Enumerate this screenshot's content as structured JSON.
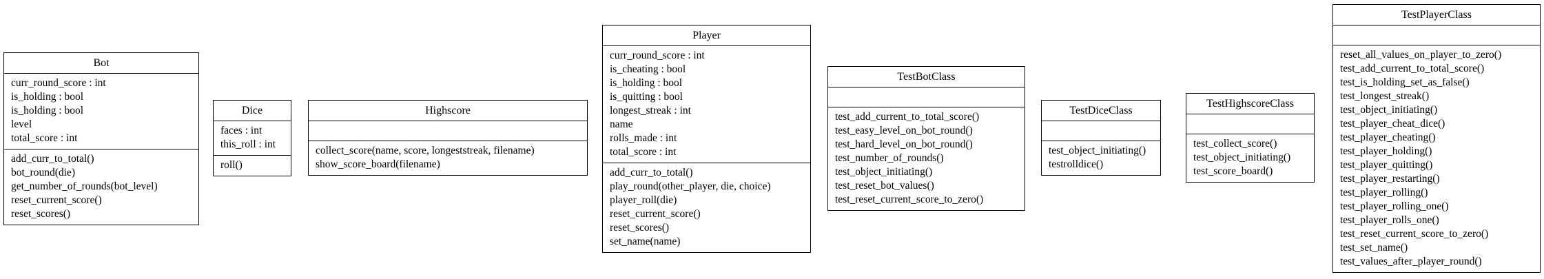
{
  "classes": [
    {
      "id": "bot",
      "name": "Bot",
      "attributes": [
        "curr_round_score : int",
        "is_holding : bool",
        "is_holding : bool",
        "level",
        "total_score : int"
      ],
      "methods": [
        "add_curr_to_total()",
        "bot_round(die)",
        "get_number_of_rounds(bot_level)",
        "reset_current_score()",
        "reset_scores()"
      ]
    },
    {
      "id": "dice",
      "name": "Dice",
      "attributes": [
        "faces : int",
        "this_roll : int"
      ],
      "methods": [
        "roll()"
      ]
    },
    {
      "id": "highscore",
      "name": "Highscore",
      "attributes": [],
      "methods": [
        "collect_score(name, score, longeststreak, filename)",
        "show_score_board(filename)"
      ]
    },
    {
      "id": "player",
      "name": "Player",
      "attributes": [
        "curr_round_score : int",
        "is_cheating : bool",
        "is_holding : bool",
        "is_quitting : bool",
        "longest_streak : int",
        "name",
        "rolls_made : int",
        "total_score : int"
      ],
      "methods": [
        "add_curr_to_total()",
        "play_round(other_player, die, choice)",
        "player_roll(die)",
        "reset_current_score()",
        "reset_scores()",
        "set_name(name)"
      ]
    },
    {
      "id": "testbotclass",
      "name": "TestBotClass",
      "attributes": [],
      "methods": [
        "test_add_current_to_total_score()",
        "test_easy_level_on_bot_round()",
        "test_hard_level_on_bot_round()",
        "test_number_of_rounds()",
        "test_object_initiating()",
        "test_reset_bot_values()",
        "test_reset_current_score_to_zero()"
      ]
    },
    {
      "id": "testdiceclass",
      "name": "TestDiceClass",
      "attributes": [],
      "methods": [
        "test_object_initiating()",
        "testrolldice()"
      ]
    },
    {
      "id": "testhighscoreclass",
      "name": "TestHighscoreClass",
      "attributes": [],
      "methods": [
        "test_collect_score()",
        "test_object_initiating()",
        "test_score_board()"
      ]
    },
    {
      "id": "testplayerclass",
      "name": "TestPlayerClass",
      "attributes": [],
      "methods": [
        "reset_all_values_on_player_to_zero()",
        "test_add_current_to_total_score()",
        "test_is_holding_set_as_false()",
        "test_longest_streak()",
        "test_object_initiating()",
        "test_player_cheat_dice()",
        "test_player_cheating()",
        "test_player_holding()",
        "test_player_quitting()",
        "test_player_restarting()",
        "test_player_rolling()",
        "test_player_rolling_one()",
        "test_player_rolls_one()",
        "test_reset_current_score_to_zero()",
        "test_set_name()",
        "test_values_after_player_round()"
      ]
    }
  ]
}
